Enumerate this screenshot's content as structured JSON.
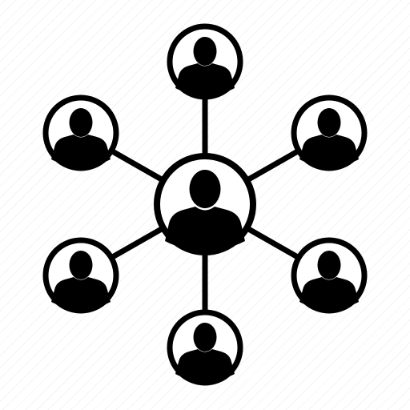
{
  "icon": {
    "name": "people-network-icon",
    "style": "glyph",
    "foreground_color": "#000000",
    "background_color": "#ffffff",
    "node_count": 7,
    "center_node": "user-avatar",
    "outer_nodes": [
      "user-avatar",
      "user-avatar",
      "user-avatar",
      "user-avatar",
      "user-avatar",
      "user-avatar"
    ]
  }
}
